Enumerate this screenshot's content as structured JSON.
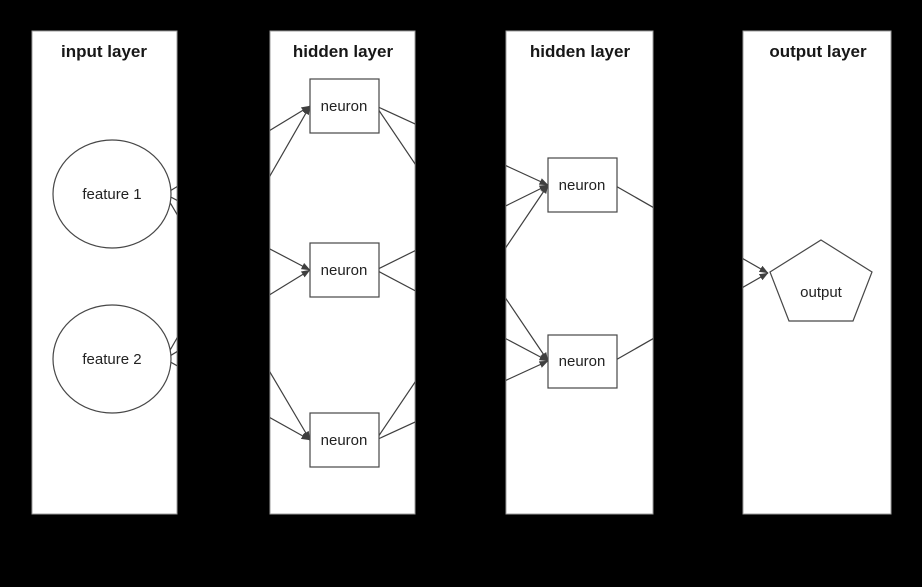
{
  "diagram": {
    "type": "neural-network-layer-diagram",
    "background_color": "#000000",
    "panel_fill": "#ffffff",
    "panel_border_color": "#9e9e9e",
    "edge_color": "#3f3f3f",
    "node_border_color": "#474747",
    "text_color": "#1a1a1a"
  },
  "layers": [
    {
      "title": "input layer",
      "nodes": [
        {
          "id": "f1",
          "label": "feature 1",
          "shape": "ellipse"
        },
        {
          "id": "f2",
          "label": "feature 2",
          "shape": "ellipse"
        }
      ]
    },
    {
      "title": "hidden layer",
      "nodes": [
        {
          "id": "h1n1",
          "label": "neuron",
          "shape": "rect"
        },
        {
          "id": "h1n2",
          "label": "neuron",
          "shape": "rect"
        },
        {
          "id": "h1n3",
          "label": "neuron",
          "shape": "rect"
        }
      ]
    },
    {
      "title": "hidden layer",
      "nodes": [
        {
          "id": "h2n1",
          "label": "neuron",
          "shape": "rect"
        },
        {
          "id": "h2n2",
          "label": "neuron",
          "shape": "rect"
        }
      ]
    },
    {
      "title": "output layer",
      "nodes": [
        {
          "id": "out",
          "label": "output",
          "shape": "pentagon"
        }
      ]
    }
  ],
  "edges": [
    {
      "from": "f1",
      "to": "h1n1"
    },
    {
      "from": "f1",
      "to": "h1n2"
    },
    {
      "from": "f1",
      "to": "h1n3"
    },
    {
      "from": "f2",
      "to": "h1n1"
    },
    {
      "from": "f2",
      "to": "h1n2"
    },
    {
      "from": "f2",
      "to": "h1n3"
    },
    {
      "from": "h1n1",
      "to": "h2n1"
    },
    {
      "from": "h1n1",
      "to": "h2n2"
    },
    {
      "from": "h1n2",
      "to": "h2n1"
    },
    {
      "from": "h1n2",
      "to": "h2n2"
    },
    {
      "from": "h1n3",
      "to": "h2n1"
    },
    {
      "from": "h1n3",
      "to": "h2n2"
    },
    {
      "from": "h2n1",
      "to": "out"
    },
    {
      "from": "h2n2",
      "to": "out"
    }
  ]
}
